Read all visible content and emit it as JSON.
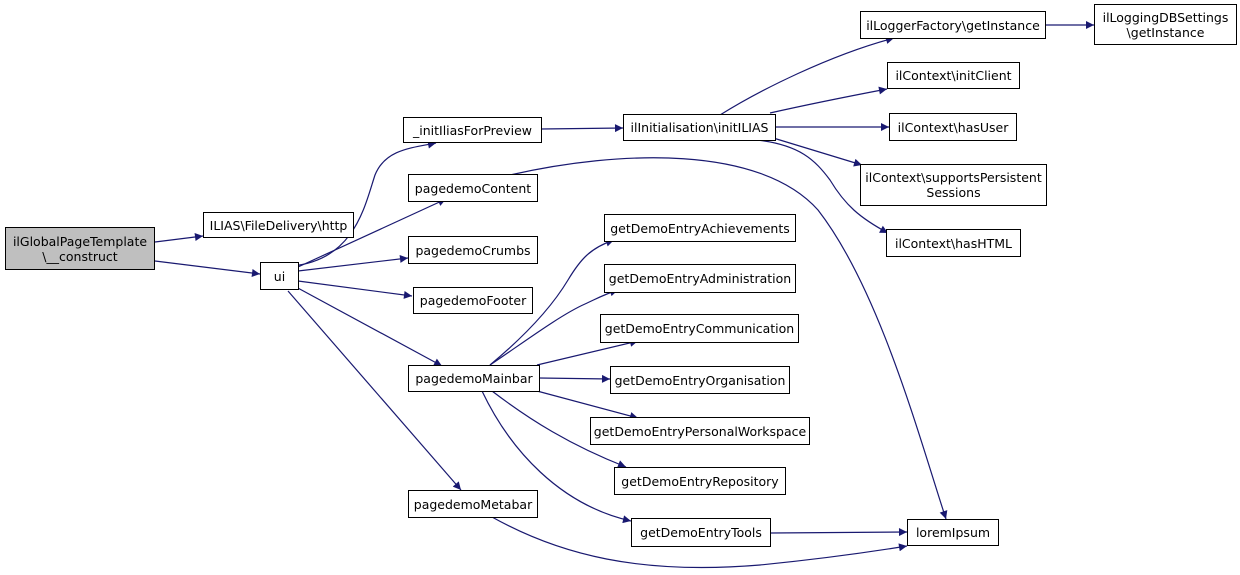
{
  "colors": {
    "edge": "#191970",
    "node_border": "#000000",
    "root_fill": "#bfbfbf",
    "node_fill": "#ffffff"
  },
  "nodes": {
    "root": {
      "line1": "ilGlobalPageTemplate",
      "line2": "\\__construct"
    },
    "filedelivery": {
      "label": "ILIAS\\FileDelivery\\http"
    },
    "ui": {
      "label": "ui"
    },
    "initilias_preview": {
      "label": "_initIliasForPreview"
    },
    "pagedemocontent": {
      "label": "pagedemoContent"
    },
    "pagedemocrumbs": {
      "label": "pagedemoCrumbs"
    },
    "pagedemofooter": {
      "label": "pagedemoFooter"
    },
    "pagedemomainbar": {
      "label": "pagedemoMainbar"
    },
    "pagedemometabar": {
      "label": "pagedemoMetabar"
    },
    "initialisation": {
      "label": "ilInitialisation\\initILIAS"
    },
    "loggerfactory": {
      "label": "ilLoggerFactory\\getInstance"
    },
    "loggingdb": {
      "line1": "ilLoggingDBSettings",
      "line2": "\\getInstance"
    },
    "initclient": {
      "label": "ilContext\\initClient"
    },
    "hasuser": {
      "label": "ilContext\\hasUser"
    },
    "persistent": {
      "line1": "ilContext\\supportsPersistent",
      "line2": "Sessions"
    },
    "hashtml": {
      "label": "ilContext\\hasHTML"
    },
    "achievements": {
      "label": "getDemoEntryAchievements"
    },
    "administration": {
      "label": "getDemoEntryAdministration"
    },
    "communication": {
      "label": "getDemoEntryCommunication"
    },
    "organisation": {
      "label": "getDemoEntryOrganisation"
    },
    "personal": {
      "label": "getDemoEntryPersonalWorkspace"
    },
    "repository": {
      "label": "getDemoEntryRepository"
    },
    "tools": {
      "label": "getDemoEntryTools"
    },
    "loremipsum": {
      "label": "loremIpsum"
    }
  }
}
